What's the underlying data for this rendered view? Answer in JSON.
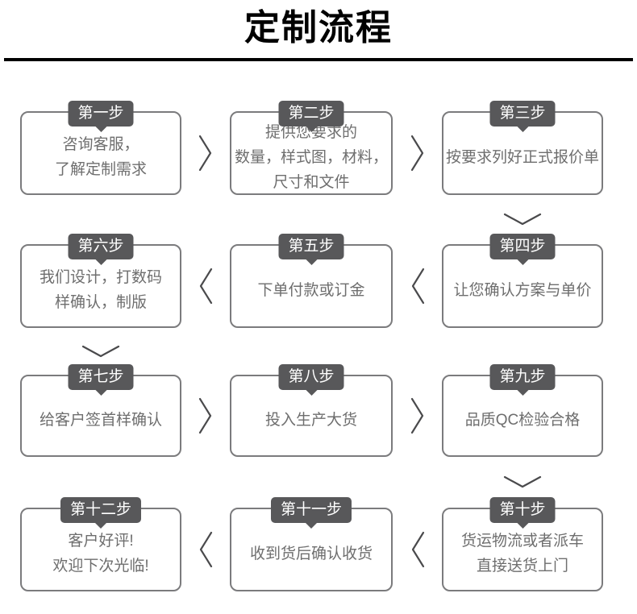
{
  "title": "定制流程",
  "colors": {
    "title": "#000000",
    "divider": "#000000",
    "badge_background": "#58585a",
    "badge_text": "#ffffff",
    "box_border": "#7b7b7d",
    "box_text": "#6e6e6e",
    "arrow": "#4a4a4c"
  },
  "icons": {
    "right": "chevron-right",
    "left": "chevron-left",
    "down": "chevron-down"
  },
  "steps": [
    {
      "badge": "第一步",
      "text": "咨询客服，\n了解定制需求"
    },
    {
      "badge": "第二步",
      "text": "提供您要求的\n数量，样式图，材料，\n尺寸和文件"
    },
    {
      "badge": "第三步",
      "text": "按要求列好正式报价单"
    },
    {
      "badge": "第四步",
      "text": "让您确认方案与单价"
    },
    {
      "badge": "第五步",
      "text": "下单付款或订金"
    },
    {
      "badge": "第六步",
      "text": "我们设计，打数码\n样确认，制版"
    },
    {
      "badge": "第七步",
      "text": "给客户签首样确认"
    },
    {
      "badge": "第八步",
      "text": "投入生产大货"
    },
    {
      "badge": "第九步",
      "text": "品质QC检验合格"
    },
    {
      "badge": "第十步",
      "text": "货运物流或者派车\n直接送货上门"
    },
    {
      "badge": "第十一步",
      "text": "收到货后确认收货"
    },
    {
      "badge": "第十二步",
      "text": "客户好评!\n欢迎下次光临!"
    }
  ]
}
